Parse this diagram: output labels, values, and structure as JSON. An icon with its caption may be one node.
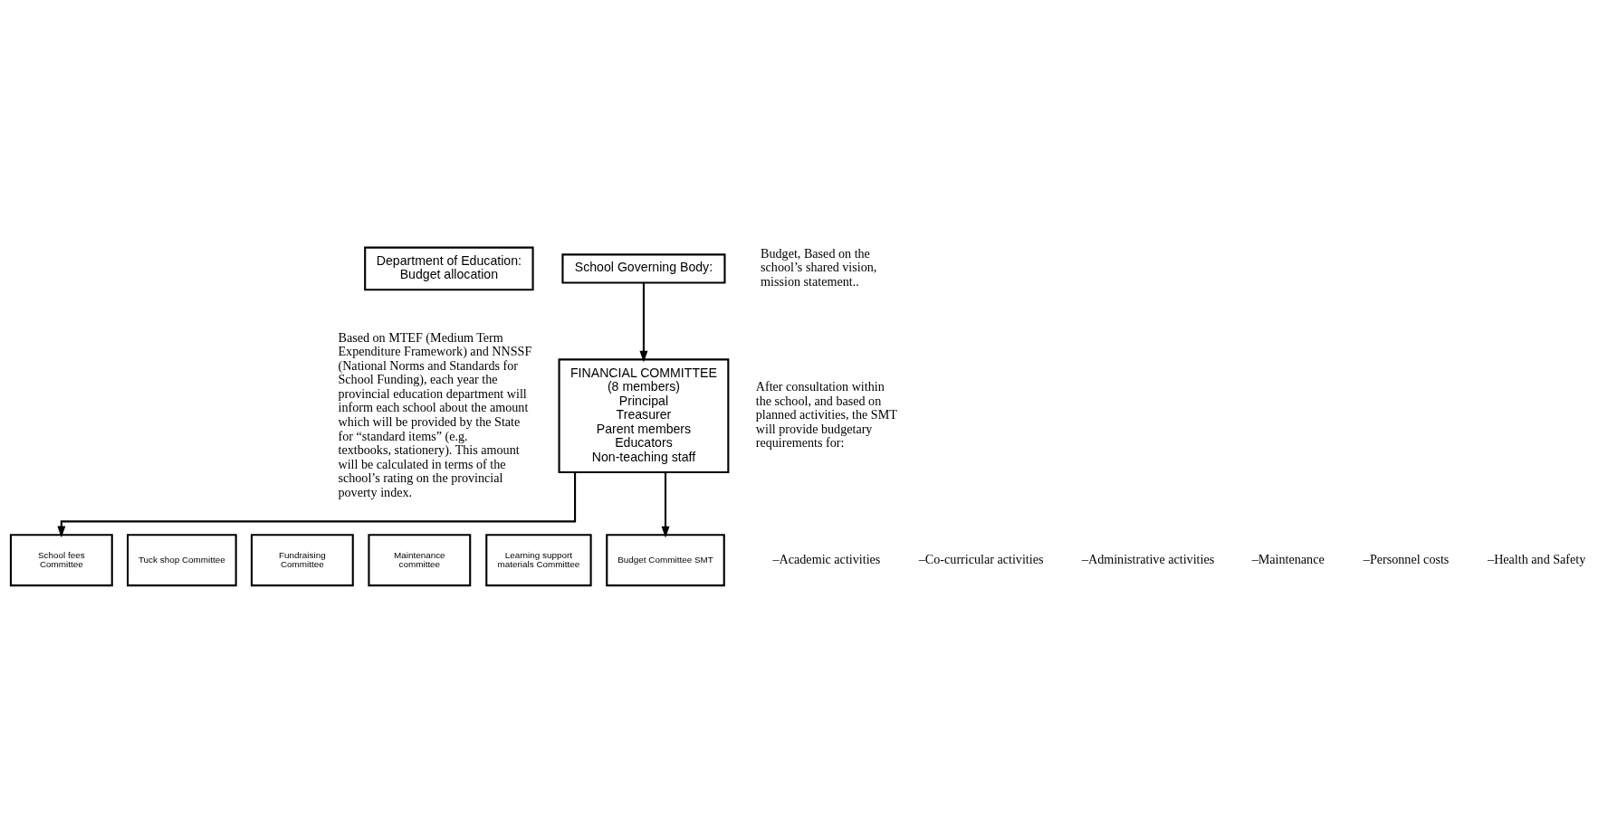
{
  "diagram": {
    "nodes": [
      {
        "text": [
          "Department of Education:",
          "Budget allocation"
        ]
      },
      {
        "text": [
          "School Governing Body:"
        ]
      },
      {
        "text": [
          "FINANCIAL COMMITTEE",
          "(8 members)",
          "Principal",
          "Treasurer",
          "Parent members",
          "Educators",
          "Non-teaching staff"
        ]
      },
      {
        "text": [
          "School fees Committee"
        ]
      },
      {
        "text": [
          "Tuck shop Committee"
        ]
      },
      {
        "text": [
          "Fundraising Committee"
        ]
      },
      {
        "text": [
          "Maintenance committee"
        ]
      },
      {
        "text": [
          "Learning support materials Committee"
        ]
      },
      {
        "text": [
          "Budget Committee SMT"
        ]
      }
    ],
    "edges": [
      {
        "from": 1,
        "to": 2,
        "arrow": "to"
      },
      {
        "from": 2,
        "to": 3,
        "arrow": "to"
      },
      {
        "from": 2,
        "to": 8,
        "arrow": "to"
      }
    ],
    "labels": [
      "Budget, Based on the school’s shared vision, mission statement..",
      "Based on MTEF (Medium Term Expenditure Framework) and NNSSF (National Norms and Standards for School Funding), each year the provincial education department will inform each school about the amount which will be provided by the State for “standard items” (e.g. textbooks, stationery). This amount will be calculated in terms of the school’s rating on the provincial poverty index.",
      "After consultation within the school, and based on planned activities, the SMT will provide budgetary requirements for:",
      "–Academic activities",
      "–Co-curricular activities",
      "–Administrative activities",
      "–Maintenance",
      "–Personnel costs",
      "–Health and Safety"
    ]
  }
}
